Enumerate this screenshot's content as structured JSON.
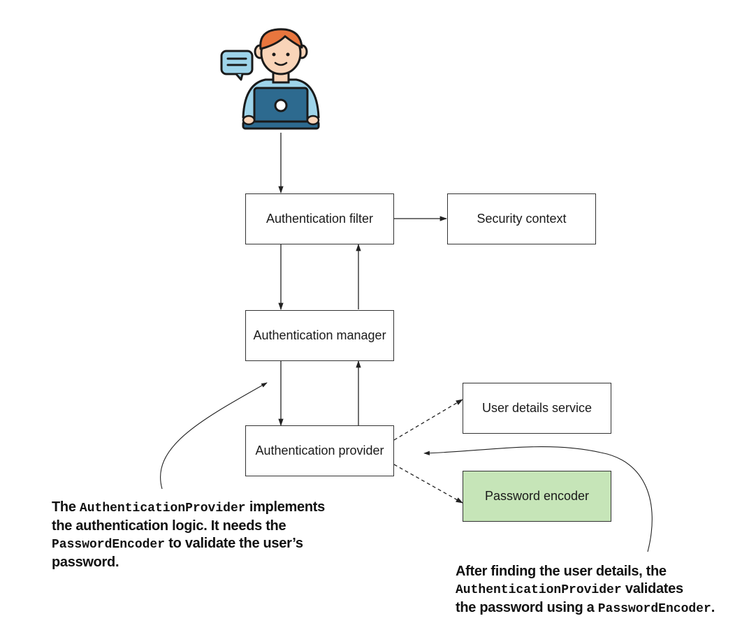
{
  "boxes": {
    "auth_filter": "Authentication filter",
    "security_context": "Security context",
    "auth_manager": "Authentication manager",
    "auth_provider": "Authentication provider",
    "user_details_service": "User details service",
    "password_encoder": "Password encoder"
  },
  "colors": {
    "highlight_fill": "#c6e5b8",
    "stroke": "#333333",
    "person_skin": "#f9d4b8",
    "person_hair": "#e8763e",
    "person_shirt": "#9ed4ea",
    "laptop": "#2d6a8f",
    "speech_bubble": "#9ed4ea"
  },
  "icons": {
    "user": "person-with-laptop-icon",
    "speech": "speech-bubble-icon"
  },
  "notes": {
    "left": {
      "p1": "The ",
      "code1": "AuthenticationProvider",
      "p2": " implements",
      "line2": "the authentication logic. It needs the",
      "code2": "PasswordEncoder",
      "p3": " to validate the user’s",
      "line4": "password."
    },
    "right": {
      "line1": "After finding the user details, the",
      "code1": "AuthenticationProvider",
      "p1": " validates",
      "p2": "the password using a ",
      "code2": "PasswordEncoder",
      "p3": "."
    }
  }
}
